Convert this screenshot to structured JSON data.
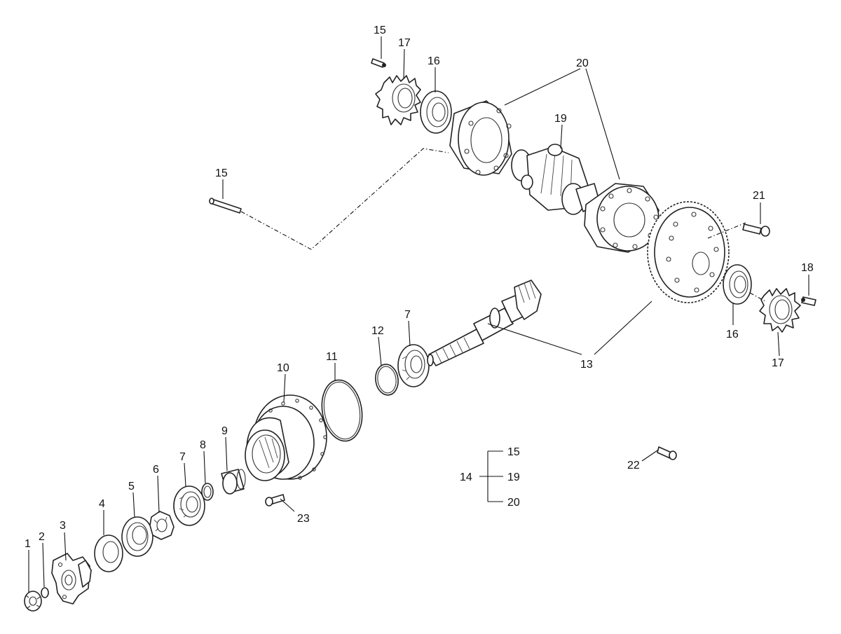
{
  "callouts": [
    {
      "id": "c1",
      "label": "1"
    },
    {
      "id": "c2",
      "label": "2"
    },
    {
      "id": "c3",
      "label": "3"
    },
    {
      "id": "c4",
      "label": "4"
    },
    {
      "id": "c5",
      "label": "5"
    },
    {
      "id": "c6",
      "label": "6"
    },
    {
      "id": "c7a",
      "label": "7"
    },
    {
      "id": "c8",
      "label": "8"
    },
    {
      "id": "c9",
      "label": "9"
    },
    {
      "id": "c10",
      "label": "10"
    },
    {
      "id": "c11",
      "label": "11"
    },
    {
      "id": "c12",
      "label": "12"
    },
    {
      "id": "c7b",
      "label": "7"
    },
    {
      "id": "c13",
      "label": "13"
    },
    {
      "id": "c15a",
      "label": "15"
    },
    {
      "id": "c17a",
      "label": "17"
    },
    {
      "id": "c16a",
      "label": "16"
    },
    {
      "id": "c20",
      "label": "20"
    },
    {
      "id": "c19",
      "label": "19"
    },
    {
      "id": "c15b",
      "label": "15"
    },
    {
      "id": "c21",
      "label": "21"
    },
    {
      "id": "c18",
      "label": "18"
    },
    {
      "id": "c16b",
      "label": "16"
    },
    {
      "id": "c17b",
      "label": "17"
    },
    {
      "id": "c22",
      "label": "22"
    },
    {
      "id": "c23",
      "label": "23"
    }
  ],
  "kit_bracket": {
    "parent": "14",
    "children": [
      "15",
      "19",
      "20"
    ]
  }
}
